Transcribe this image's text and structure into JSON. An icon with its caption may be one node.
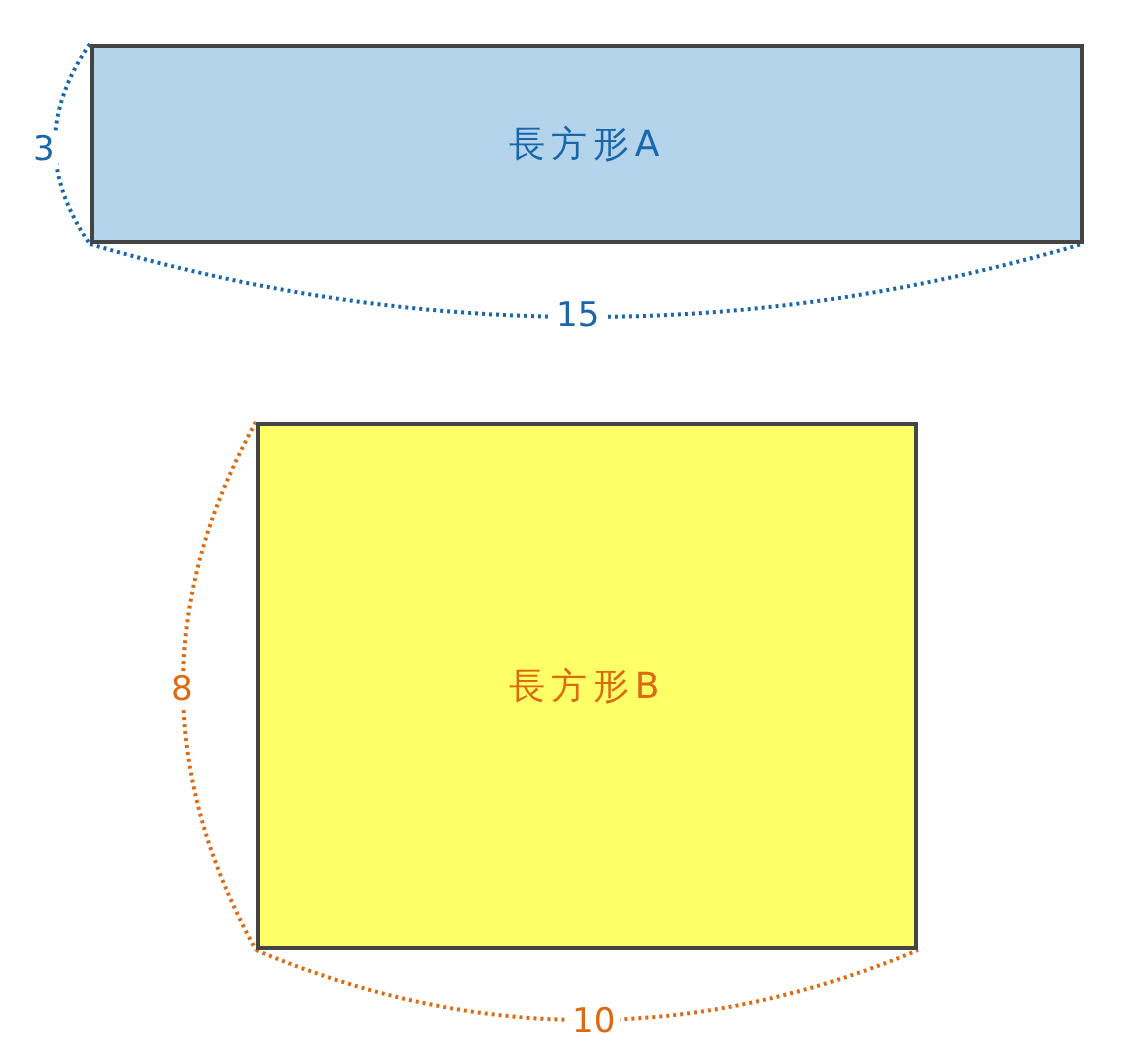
{
  "diagram": {
    "nodes": [
      {
        "text": [
          "長方形A"
        ]
      },
      {
        "text": [
          "長方形B"
        ]
      }
    ],
    "labels": [
      "3",
      "15",
      "8",
      "10"
    ]
  }
}
